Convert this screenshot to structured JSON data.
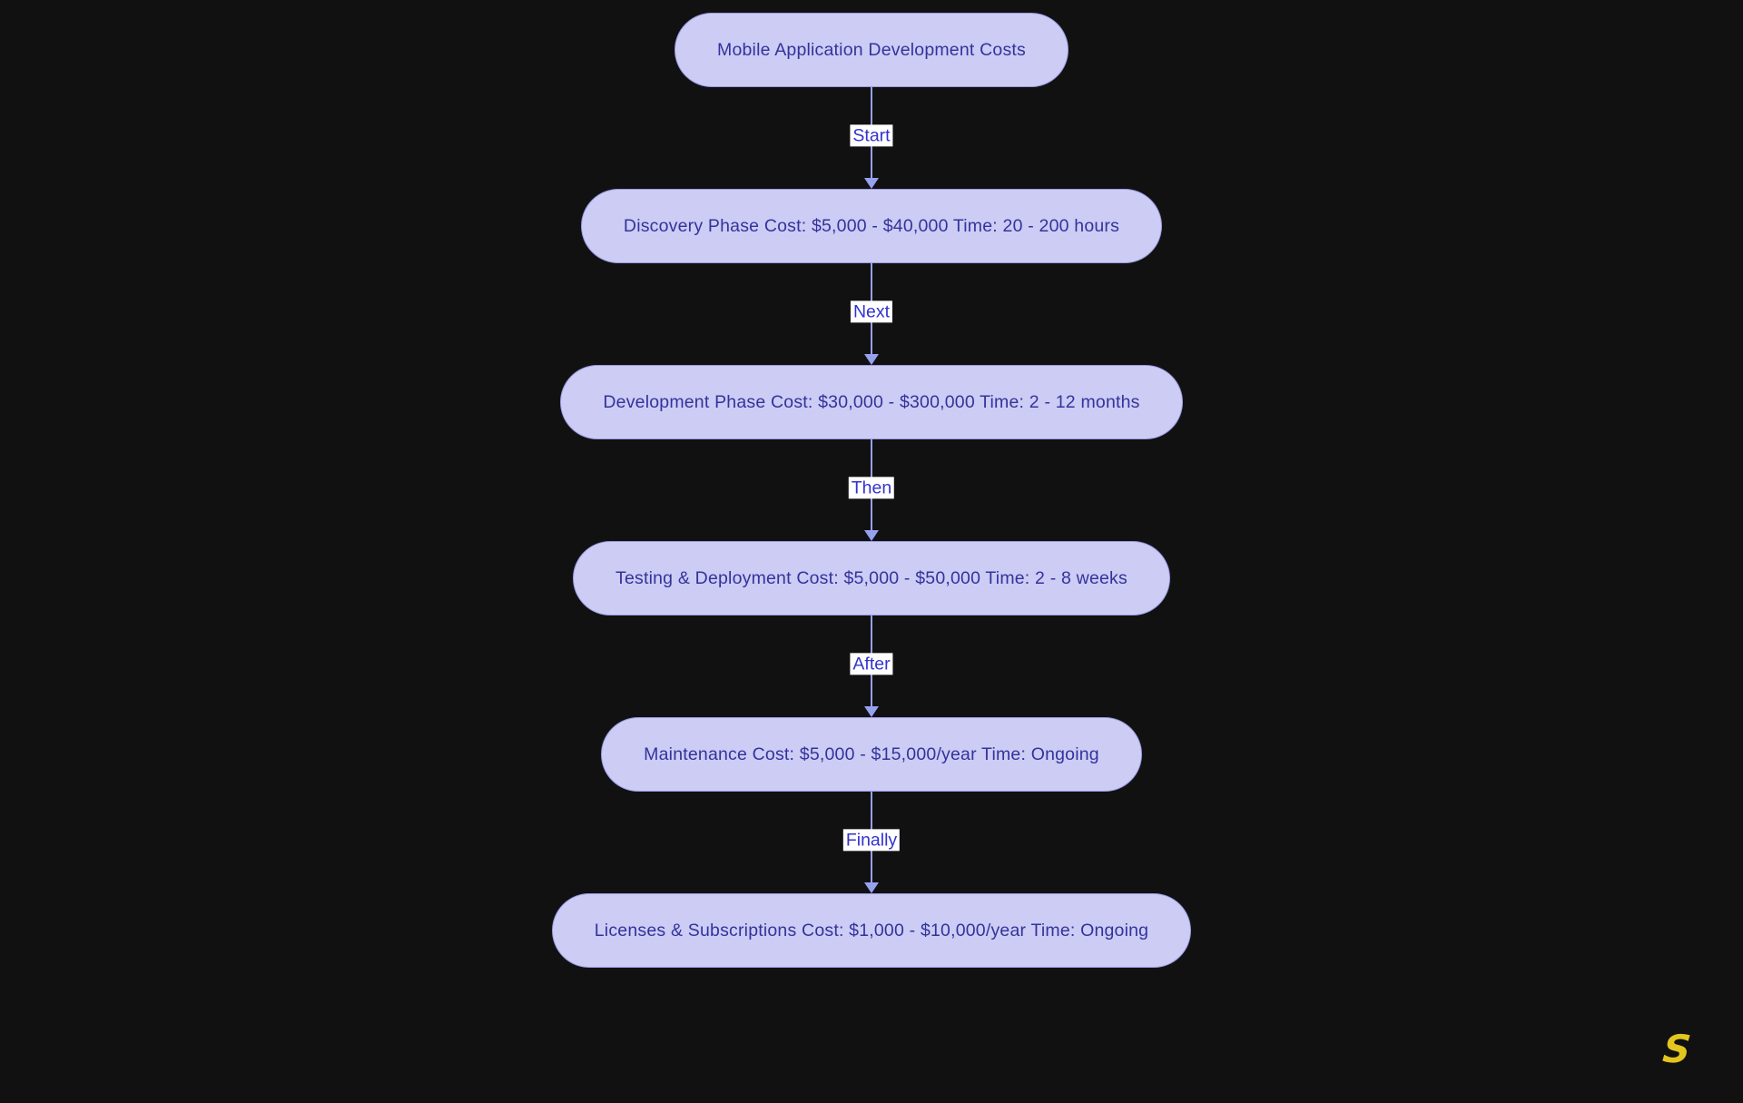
{
  "diagram": {
    "nodes": [
      {
        "label": "Mobile Application Development Costs"
      },
      {
        "label": "Discovery Phase Cost: $5,000 - $40,000 Time: 20 - 200 hours"
      },
      {
        "label": "Development Phase Cost: $30,000 - $300,000 Time: 2 - 12 months"
      },
      {
        "label": "Testing & Deployment Cost: $5,000 - $50,000 Time: 2 - 8 weeks"
      },
      {
        "label": "Maintenance Cost: $5,000 - $15,000/year Time: Ongoing"
      },
      {
        "label": "Licenses & Subscriptions Cost: $1,000 - $10,000/year Time: Ongoing"
      }
    ],
    "edges": [
      {
        "label": "Start"
      },
      {
        "label": "Next"
      },
      {
        "label": "Then"
      },
      {
        "label": "After"
      },
      {
        "label": "Finally"
      }
    ]
  },
  "branding": {
    "logo_text": "S"
  },
  "colors": {
    "background": "#111111",
    "node_fill": "#ccccf5",
    "node_border": "#9b9be4",
    "node_text": "#33339c",
    "edge_line": "#97a1ef",
    "edge_label_text": "#3333cc",
    "edge_label_bg": "#ffffff",
    "logo": "#e3c51f"
  }
}
